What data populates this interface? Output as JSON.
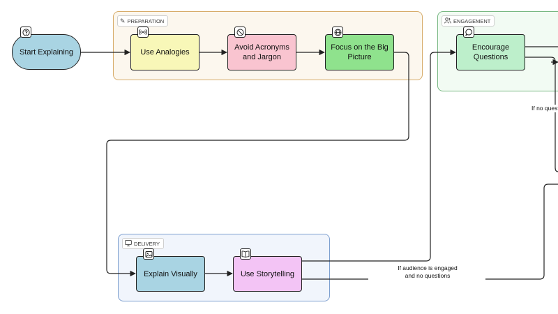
{
  "groups": {
    "preparation": {
      "label": "PREPARATION",
      "icon": "pencil-icon"
    },
    "engagement": {
      "label": "ENGAGEMENT",
      "icon": "users-icon"
    },
    "delivery": {
      "label": "DELIVERY",
      "icon": "monitor-icon"
    }
  },
  "nodes": {
    "start": {
      "label": "Start Explaining",
      "icon": "question-circle-icon",
      "color": "#a9d4e3"
    },
    "analogies": {
      "label": "Use Analogies",
      "icon": "broadcast-icon",
      "color": "#f8f7b8"
    },
    "acronyms": {
      "label": "Avoid Acronyms and Jargon",
      "icon": "prohibited-icon",
      "color": "#f9c4d0"
    },
    "big_picture": {
      "label": "Focus on the Big Picture",
      "icon": "globe-icon",
      "color": "#8fe28d"
    },
    "questions": {
      "label": "Encourage Questions",
      "icon": "speech-bubble-icon",
      "color": "#bdefcb"
    },
    "visually": {
      "label": "Explain Visually",
      "icon": "image-icon",
      "color": "#a9d4e3"
    },
    "storytelling": {
      "label": "Use Storytelling",
      "icon": "book-icon",
      "color": "#f3c4f5"
    }
  },
  "edge_labels": {
    "no_questions": "If no questions",
    "engaged": "If audience is engaged and no questions"
  }
}
